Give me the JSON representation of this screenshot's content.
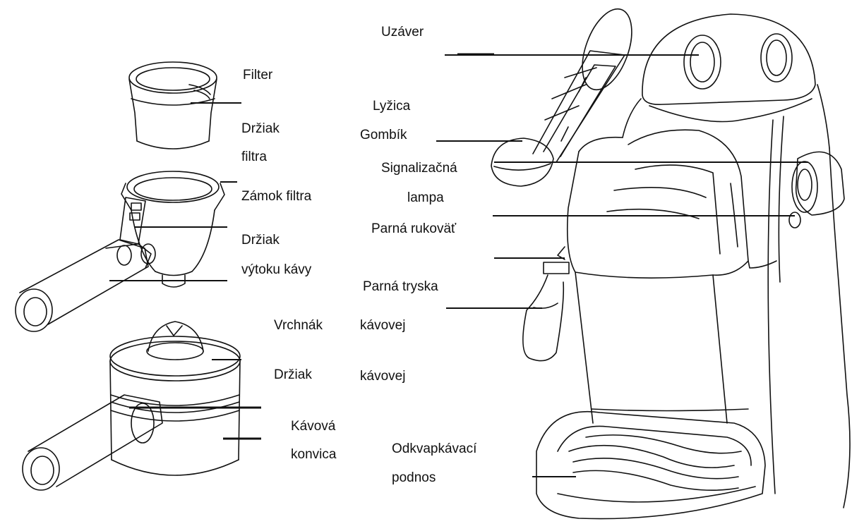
{
  "labels": {
    "uzaver": "Uzáver",
    "filter": "Filter",
    "lyzica": "Lyžica",
    "drziak_1": "Držiak",
    "filtra_1": "filtra",
    "gombik": "Gombík",
    "signalizacna": "Signalizačná",
    "lampa": "lampa",
    "zamok_filtra": "Zámok filtra",
    "parna_rukovat": "Parná rukoväť",
    "drziak_2": "Držiak",
    "vytoku_kavy": "výtoku kávy",
    "parna_tryska": "Parná tryska",
    "vrchnak": "Vrchnák",
    "kavovej_1": "kávovej",
    "drziak_3": "Držiak",
    "kavovej_2": "kávovej",
    "kavova": "Kávová",
    "konvica": "konvica",
    "odkvapkavaci": "Odkvapkávací",
    "podnos": "podnos"
  },
  "illustrations": [
    "filter-basket",
    "filter-holder-with-handle",
    "coffee-carafe",
    "measuring-spoon",
    "espresso-machine"
  ]
}
